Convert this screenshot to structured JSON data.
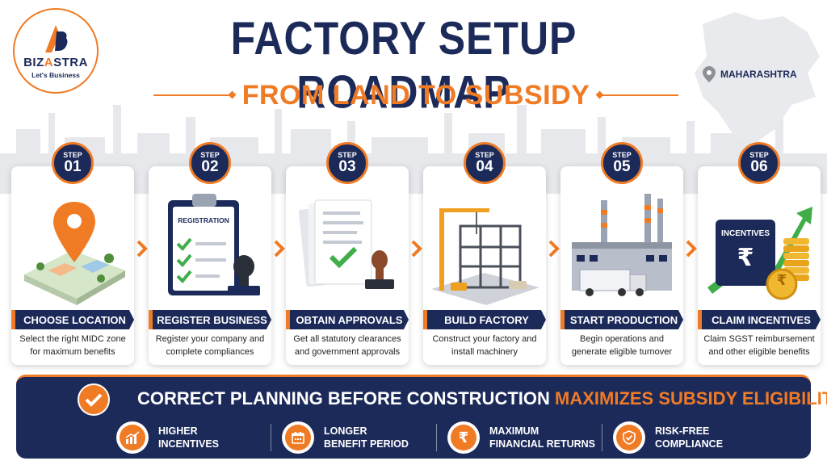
{
  "logo": {
    "brand_part1": "BIZ",
    "brand_part2": "A",
    "brand_part3": "STRA",
    "tagline": "Let's Business"
  },
  "header": {
    "title": "FACTORY SETUP ROADMAP",
    "subtitle": "FROM LAND TO SUBSIDY"
  },
  "region": {
    "label": "MAHARASHTRA",
    "icon": "location-pin-icon"
  },
  "steps": [
    {
      "step_word": "STEP",
      "number": "01",
      "title": "CHOOSE LOCATION",
      "desc": "Select the right MIDC zone for maximum benefits"
    },
    {
      "step_word": "STEP",
      "number": "02",
      "title": "REGISTER BUSINESS",
      "desc": "Register your company and complete compliances",
      "doc_label": "REGISTRATION"
    },
    {
      "step_word": "STEP",
      "number": "03",
      "title": "OBTAIN APPROVALS",
      "desc": "Get all statutory clearances and government approvals"
    },
    {
      "step_word": "STEP",
      "number": "04",
      "title": "BUILD FACTORY",
      "desc": "Construct your factory and install machinery"
    },
    {
      "step_word": "STEP",
      "number": "05",
      "title": "START PRODUCTION",
      "desc": "Begin operations and generate eligible turnover"
    },
    {
      "step_word": "STEP",
      "number": "06",
      "title": "CLAIM INCENTIVES",
      "desc": "Claim SGST reimbursement and other eligible benefits",
      "box_label": "INCENTIVES",
      "currency": "₹"
    }
  ],
  "banner": {
    "headline_white": "CORRECT PLANNING BEFORE CONSTRUCTION ",
    "headline_orange": "MAXIMIZES SUBSIDY ELIGIBILITY.",
    "benefits": [
      {
        "line1": "HIGHER",
        "line2": "INCENTIVES",
        "icon": "growth-chart-icon"
      },
      {
        "line1": "LONGER",
        "line2": "BENEFIT PERIOD",
        "icon": "calendar-icon"
      },
      {
        "line1": "MAXIMUM",
        "line2": "FINANCIAL RETURNS",
        "icon": "rupee-coin-icon"
      },
      {
        "line1": "RISK-FREE",
        "line2": "COMPLIANCE",
        "icon": "shield-check-icon"
      }
    ]
  },
  "colors": {
    "navy": "#1c2a5a",
    "orange": "#f07b25",
    "green": "#3fae49"
  }
}
